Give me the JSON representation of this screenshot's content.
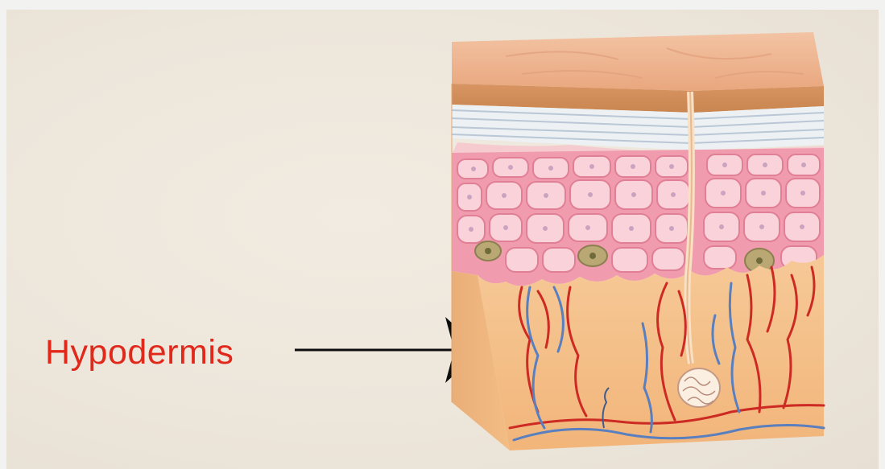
{
  "label": {
    "text": "Hypodermis"
  },
  "colors": {
    "label": "#e0281b",
    "arrow": "#0d0d0d",
    "epidermis": "#f3a9b5",
    "cell_fill": "#f8c9d2",
    "surface": "#f0b98f",
    "dermis": "#f5c48f",
    "artery": "#cc2a23",
    "vein": "#5a7fbf"
  },
  "icons": [
    "skin-cross-section-illustration",
    "pointer-arrow"
  ]
}
